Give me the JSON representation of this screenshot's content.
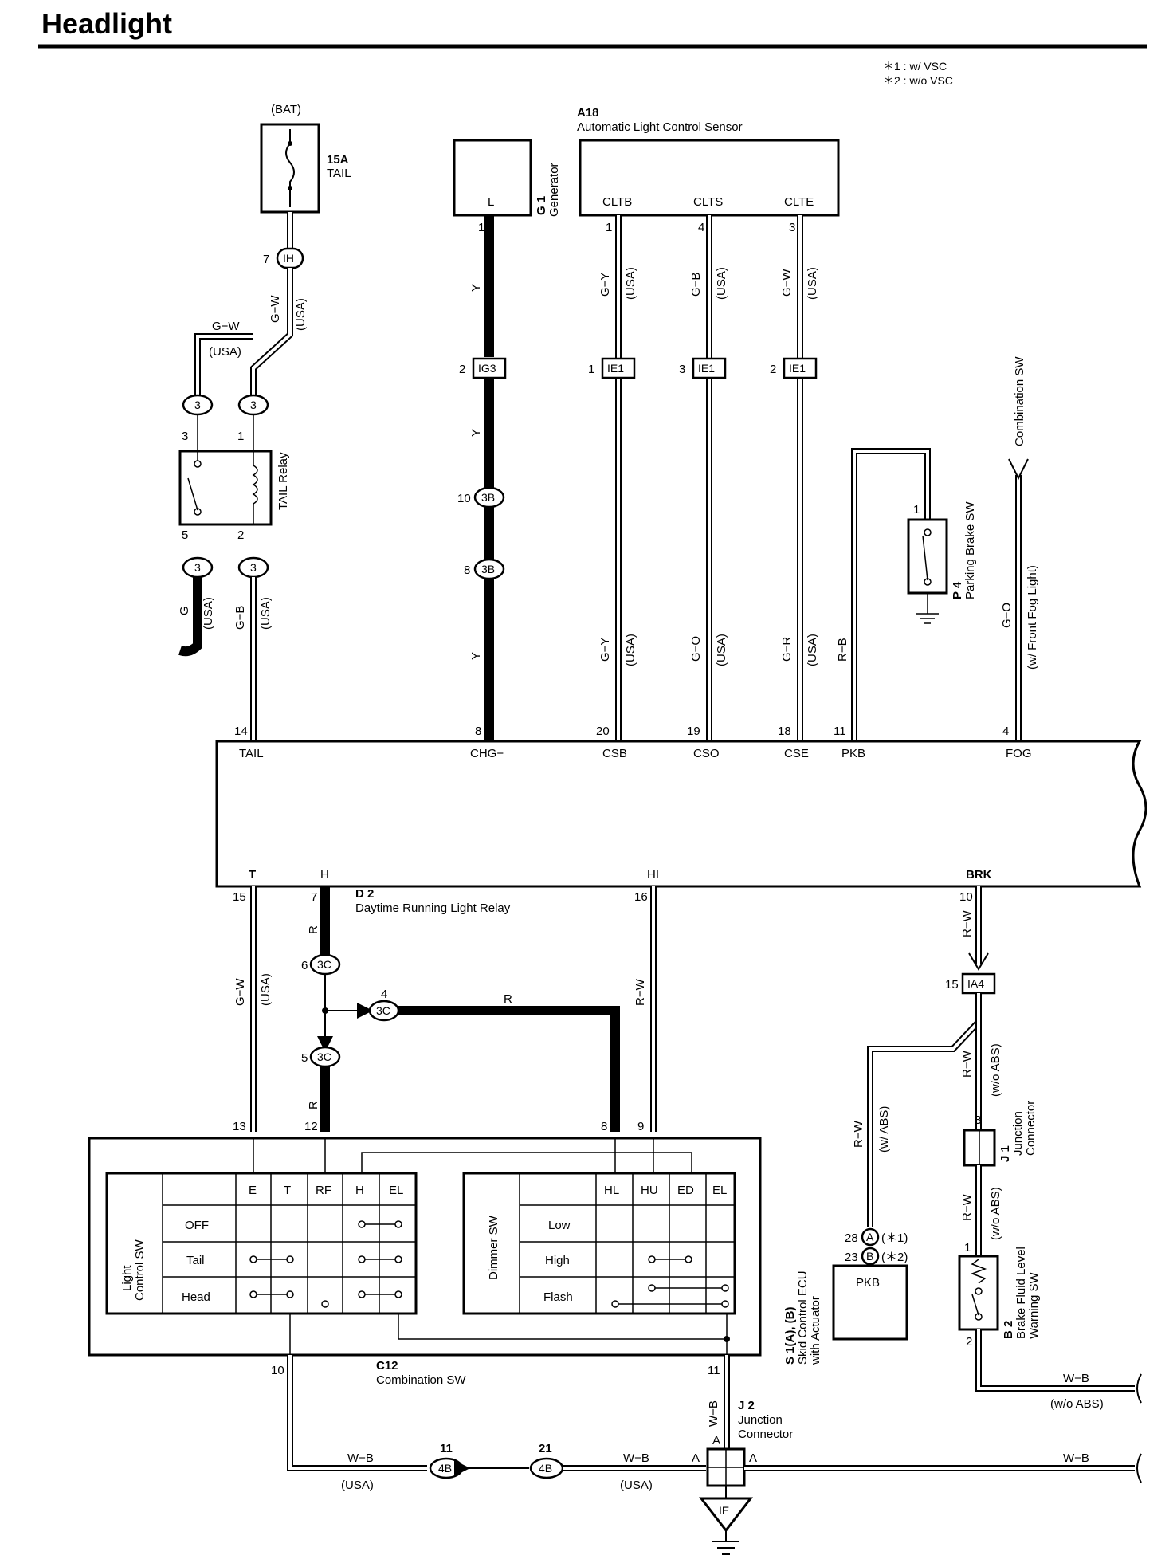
{
  "title": "Headlight",
  "notes": [
    "＊1 : w/ VSC",
    "＊2 : w/o VSC"
  ],
  "components": {
    "bat": "(BAT)",
    "fuse_amp": "15A",
    "fuse_name": "TAIL",
    "tail_relay": "TAIL Relay",
    "gen_id": "G 1",
    "gen_name": "Generator",
    "gen_term": "L",
    "a18_id": "A18",
    "a18_name": "Automatic Light Control Sensor",
    "a18_t1": "CLTB",
    "a18_t2": "CLTS",
    "a18_t3": "CLTE",
    "comb_sw": "Combination SW",
    "p4_id": "P 4",
    "p4_name": "Parking Brake SW",
    "d2_id": "D 2",
    "d2_name": "Daytime Running Light Relay",
    "c12_id": "C12",
    "c12_name": "Combination SW",
    "s1_id": "S 1(A), (B)",
    "s1_name1": "Skid Control ECU",
    "s1_name2": "with Actuator",
    "s1_term": "PKB",
    "j1_id": "J 1",
    "j1_name1": "Junction",
    "j1_name2": "Connector",
    "j2_id": "J 2",
    "j2_name1": "Junction",
    "j2_name2": "Connector",
    "b2_id": "B 2",
    "b2_name1": "Brake Fluid Level",
    "b2_name2": "Warning SW",
    "ground": "IE"
  },
  "relay_terminals": {
    "top": [
      "TAIL",
      "CHG−",
      "CSB",
      "CSO",
      "CSE",
      "PKB",
      "FOG"
    ],
    "top_pins": [
      "14",
      "8",
      "20",
      "19",
      "18",
      "11",
      "4"
    ],
    "bottom": [
      "T",
      "H",
      "HI",
      "BRK"
    ],
    "bottom_pins": [
      "15",
      "7",
      "16",
      "10"
    ]
  },
  "connectors": {
    "IH": "IH",
    "IG3": "IG3",
    "3B": "3B",
    "IE1": "IE1",
    "3": "3",
    "3C": "3C",
    "IA4": "IA4",
    "4B": "4B",
    "A": "A",
    "B": "B"
  },
  "pins": {
    "p7": "7",
    "p2": "2",
    "p3": "3",
    "p1": "1",
    "p5": "5",
    "p10": "10",
    "p8": "8",
    "p4": "4",
    "p6": "6",
    "p13": "13",
    "p12": "12",
    "p9": "9",
    "p11": "11",
    "p21": "21",
    "p15": "15",
    "p28": "28",
    "p23": "23",
    "p16": "16"
  },
  "wires": {
    "gw": "G−W",
    "gb": "G−B",
    "g": "G",
    "y": "Y",
    "gy": "G−Y",
    "gbb": "G−B",
    "gww": "G−W",
    "go": "G−O",
    "gr": "G−R",
    "rb": "R−B",
    "r": "R",
    "rw": "R−W",
    "wb": "W−B"
  },
  "qualifiers": {
    "usa": "(USA)",
    "fog": "(w/ Front Fog Light)",
    "abs": "(w/ ABS)",
    "noabs": "(w/o ABS)",
    "vsc1": "(＊1)",
    "vsc2": "(＊2)"
  },
  "light_control": {
    "label1": "Light",
    "label2": "Control SW",
    "cols": [
      "E",
      "T",
      "RF",
      "H",
      "EL"
    ],
    "rows": [
      "OFF",
      "Tail",
      "Head"
    ]
  },
  "dimmer": {
    "label": "Dimmer SW",
    "cols": [
      "HL",
      "HU",
      "ED",
      "EL"
    ],
    "rows": [
      "Low",
      "High",
      "Flash"
    ]
  }
}
